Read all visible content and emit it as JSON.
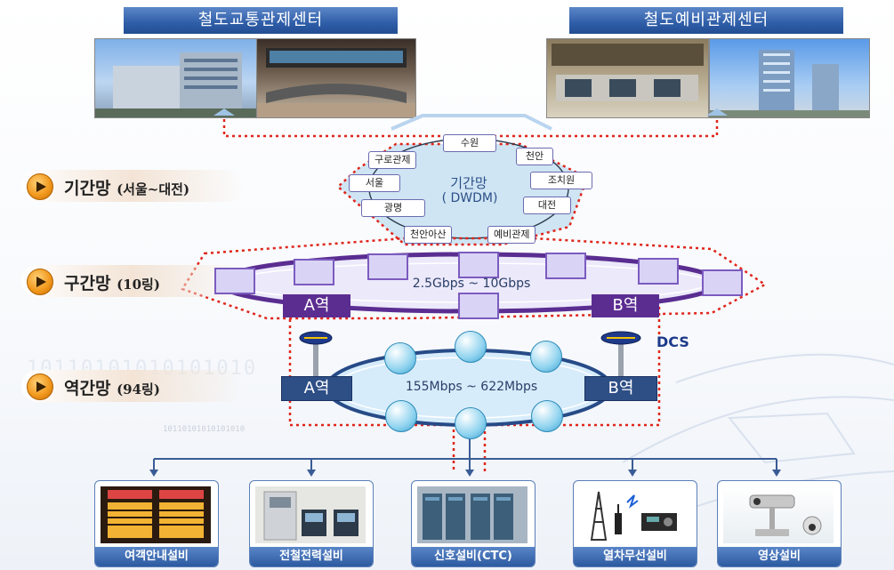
{
  "top_centers": {
    "left_title": "철도교통관제센터",
    "right_title": "철도예비관제센터"
  },
  "layers": {
    "backbone": {
      "main": "기간망",
      "sub": "(서울~대전)"
    },
    "section": {
      "main": "구간망",
      "sub": "(10링)"
    },
    "station": {
      "main": "역간망",
      "sub": "(94링)"
    }
  },
  "backbone_ring": {
    "title": "기간망",
    "subtitle": "( DWDM)",
    "nodes": [
      "수원",
      "구로관제",
      "천안",
      "서울",
      "조치원",
      "광명",
      "대전",
      "천안아산",
      "예비관제"
    ]
  },
  "section_ring": {
    "speed": "2.5Gbps ~ 10Gbps",
    "station_a": "A역",
    "station_b": "B역"
  },
  "station_ring": {
    "speed": "155Mbps ~ 622Mbps",
    "station_a": "A역",
    "station_b": "B역",
    "dcs_label": "DCS"
  },
  "equipment": [
    {
      "label": "여객안내설비"
    },
    {
      "label": "전철전력설비"
    },
    {
      "label": "신호설비(CTC)"
    },
    {
      "label": "열차무선설비"
    },
    {
      "label": "영상설비"
    }
  ],
  "watermark_binary": "10110101010101010",
  "colors": {
    "banner": "#2f5ea8",
    "dotted_red": "#e0251b",
    "station_bar": "#5c2d91",
    "ring_purple": "#5a2d91"
  }
}
